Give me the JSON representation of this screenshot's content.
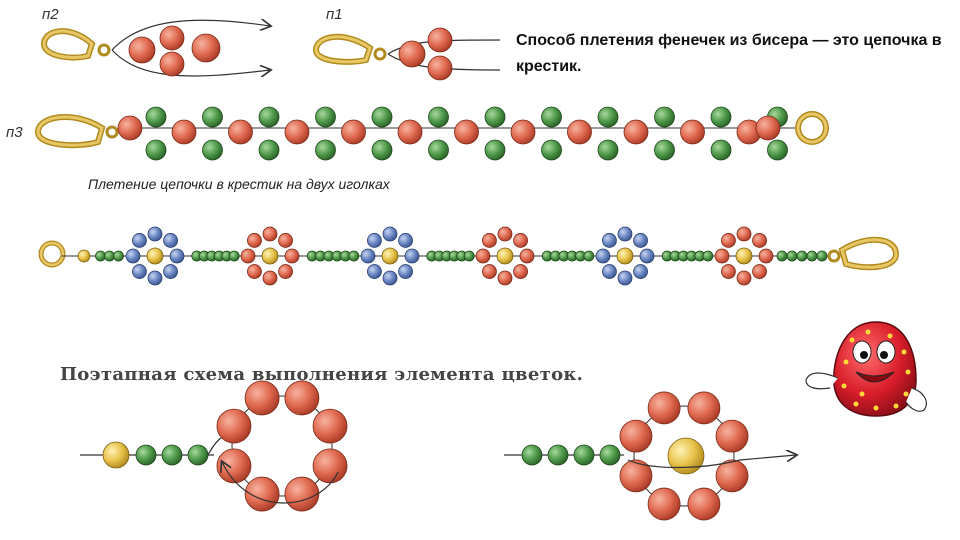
{
  "labels": {
    "p1": "п1",
    "p2": "п2",
    "p3": "п3"
  },
  "heading": "Способ плетения фенечек из бисера — это цепочка в крестик.",
  "caption": "Плетение цепочки в крестик на двух иголках",
  "subheading": "Поэтапная схема выполнения элемента цветок.",
  "colors": {
    "red": "#e0694f",
    "green": "#4f9a4a",
    "blue": "#6b88c4",
    "yellow": "#e8c24a",
    "clasp": "#d8b24a",
    "thread": "#333333"
  },
  "icons": [
    "lobster-clasp-icon",
    "jump-ring-icon",
    "arrow-icon",
    "egg-mascot-icon"
  ]
}
